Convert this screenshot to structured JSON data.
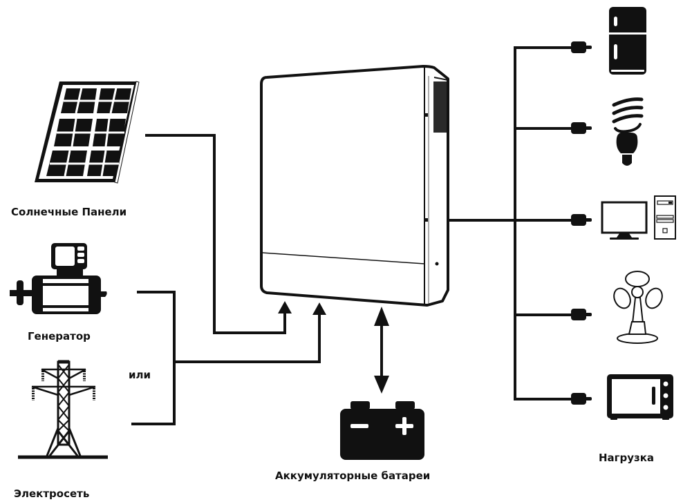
{
  "diagram": {
    "title": "Hybrid inverter connection scheme",
    "colors": {
      "ink": "#111111",
      "background": "#ffffff"
    },
    "sources": [
      {
        "id": "solar",
        "label": "Солнечные Панели",
        "icon": "solar-panel-icon"
      },
      {
        "id": "generator",
        "label": "Генератор",
        "icon": "generator-icon"
      },
      {
        "id": "grid",
        "label": "Электросеть",
        "icon": "power-tower-icon"
      }
    ],
    "or_label": "или",
    "center": {
      "id": "inverter",
      "icon": "inverter-icon"
    },
    "storage": {
      "id": "battery",
      "label": "Аккумуляторные батареи",
      "icon": "battery-icon",
      "flow": "bidirectional"
    },
    "loads_label": "Нагрузка",
    "loads": [
      {
        "id": "fridge",
        "icon": "refrigerator-icon"
      },
      {
        "id": "bulb",
        "icon": "lightbulb-icon"
      },
      {
        "id": "computer",
        "icon": "computer-icon"
      },
      {
        "id": "fan",
        "icon": "fan-icon"
      },
      {
        "id": "microwave",
        "icon": "microwave-icon"
      }
    ]
  }
}
